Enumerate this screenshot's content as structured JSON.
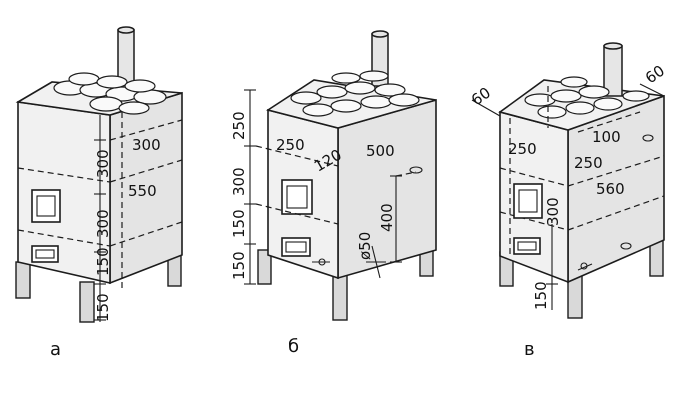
{
  "figure": {
    "caption_a": "а",
    "caption_b": "б",
    "caption_c": "в"
  },
  "stove_a": {
    "dims": {
      "top_width": "300",
      "side_length": "550",
      "height_top": "300",
      "height_mid": "300",
      "height_low": "150",
      "leg_height": "150"
    }
  },
  "stove_b": {
    "dims": {
      "h_250": "250",
      "h_300": "300",
      "h_150a": "150",
      "h_150b": "150",
      "width_250": "250",
      "depth_120": "120",
      "length_500": "500",
      "height_400": "400",
      "diameter_50": "ø50"
    }
  },
  "stove_c": {
    "dims": {
      "top_left_60": "60",
      "top_right_60": "60",
      "front_250": "250",
      "inner_100": "100",
      "side_250": "250",
      "length_560": "560",
      "height_300": "300",
      "leg_150": "150"
    }
  }
}
